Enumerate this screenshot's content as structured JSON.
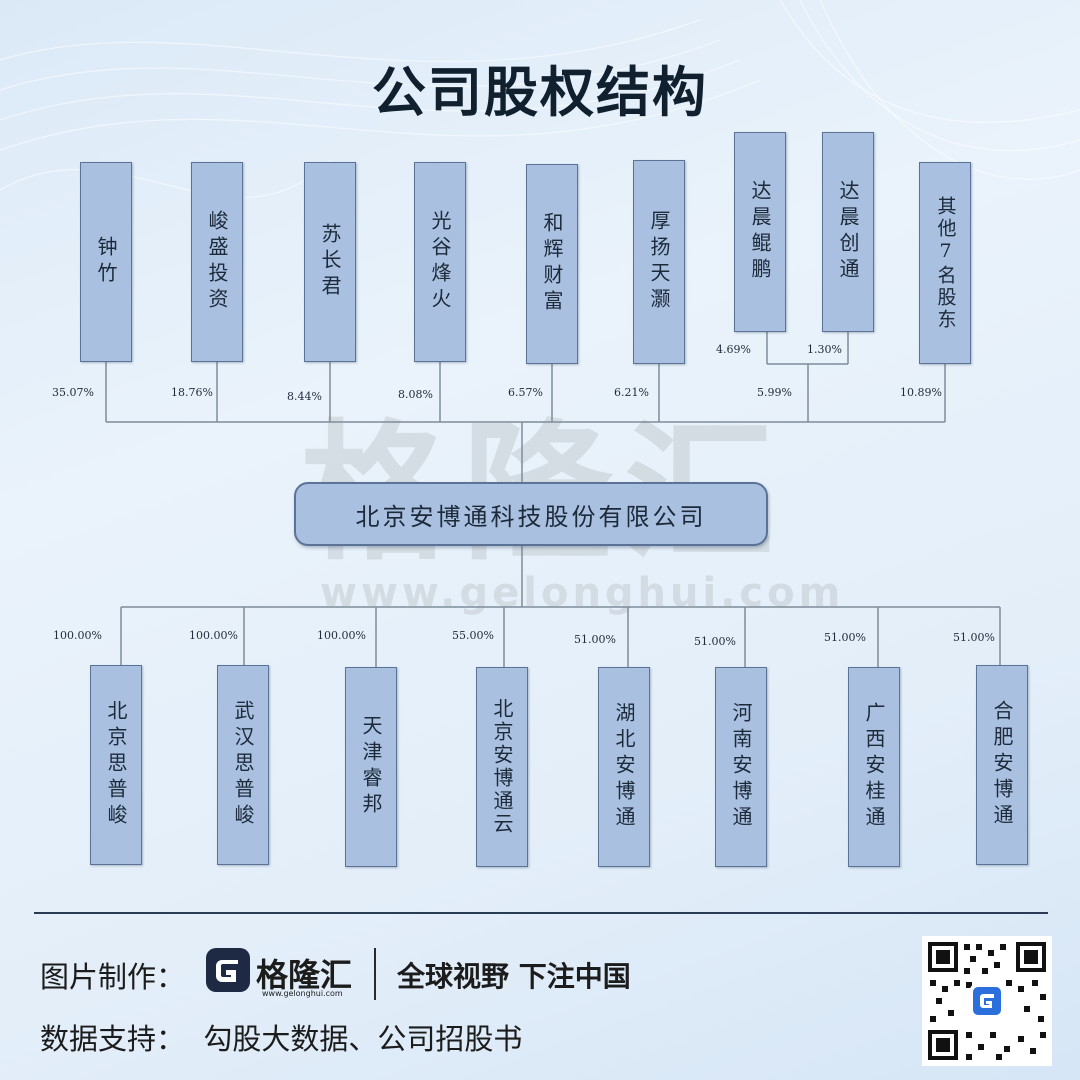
{
  "title": "公司股权结构",
  "watermark": {
    "text": "格隆汇",
    "url": "www.gelonghui.com"
  },
  "company": "北京安博通科技股份有限公司",
  "shareholders": [
    {
      "name": "钟竹",
      "pct": "35.07%"
    },
    {
      "name": "峻盛投资",
      "pct": "18.76%"
    },
    {
      "name": "苏长君",
      "pct": "8.44%"
    },
    {
      "name": "光谷烽火",
      "pct": "8.08%"
    },
    {
      "name": "和辉财富",
      "pct": "6.57%"
    },
    {
      "name": "厚扬天灏",
      "pct": "6.21%"
    },
    {
      "name": "达晨鲲鹏",
      "pct": "4.69%"
    },
    {
      "name": "达晨创通",
      "pct": "1.30%"
    },
    {
      "name": "其他7名股东",
      "pct": "10.89%"
    }
  ],
  "dachen_combined_pct": "5.99%",
  "subsidiaries": [
    {
      "name": "北京思普峻",
      "pct": "100.00%"
    },
    {
      "name": "武汉思普峻",
      "pct": "100.00%"
    },
    {
      "name": "天津睿邦",
      "pct": "100.00%"
    },
    {
      "name": "北京安博通云",
      "pct": "55.00%"
    },
    {
      "name": "湖北安博通",
      "pct": "51.00%"
    },
    {
      "name": "河南安博通",
      "pct": "51.00%"
    },
    {
      "name": "广西安桂通",
      "pct": "51.00%"
    },
    {
      "name": "合肥安博通",
      "pct": "51.00%"
    }
  ],
  "footer": {
    "credit_label": "图片制作：",
    "logo_text": "格隆汇",
    "logo_url": "www.gelonghui.com",
    "slogan": "全球视野 下注中国",
    "source_label": "数据支持：  勾股大数据、公司招股书"
  },
  "colors": {
    "box_fill": "#a9c0e0",
    "box_border": "#5b7396",
    "line": "#7f8c99"
  }
}
